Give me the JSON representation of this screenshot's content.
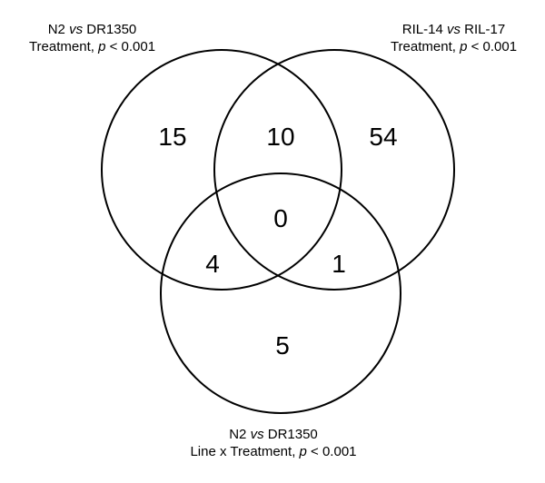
{
  "diagram": {
    "type": "venn-3",
    "sets": [
      {
        "id": "A",
        "label_line1_left": "N2 ",
        "label_line1_italic": "vs",
        "label_line1_right": " DR1350",
        "label_line2_left": "Treatment, ",
        "label_line2_italic": "p",
        "label_line2_right": " < 0.001"
      },
      {
        "id": "B",
        "label_line1_left": "RIL-14 ",
        "label_line1_italic": "vs",
        "label_line1_right": " RIL-17",
        "label_line2_left": "Treatment, ",
        "label_line2_italic": "p",
        "label_line2_right": " < 0.001"
      },
      {
        "id": "C",
        "label_line1_left": "N2 ",
        "label_line1_italic": "vs",
        "label_line1_right": " DR1350",
        "label_line2_left": "Line x Treatment, ",
        "label_line2_italic": "p",
        "label_line2_right": " < 0.001"
      }
    ],
    "regions": {
      "A_only": "15",
      "AB_only": "10",
      "B_only": "54",
      "ABC": "0",
      "AC_only": "4",
      "BC_only": "1",
      "C_only": "5"
    },
    "colors": {
      "stroke": "#000000",
      "fill": "none",
      "text": "#000000"
    }
  }
}
